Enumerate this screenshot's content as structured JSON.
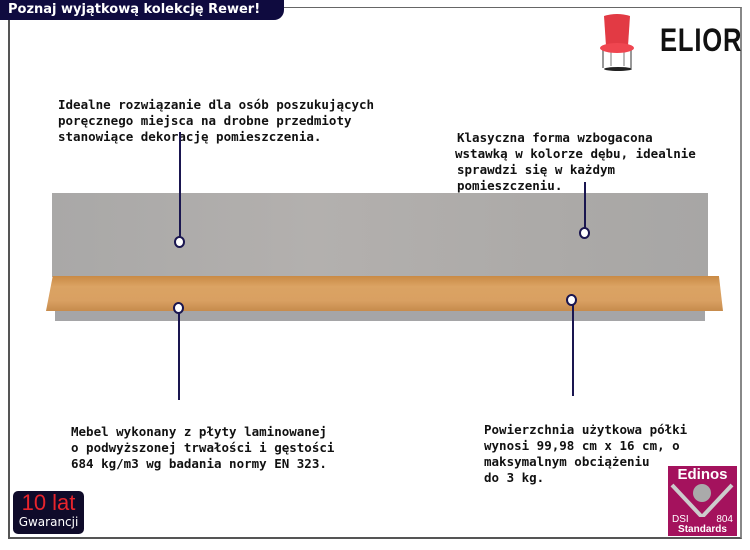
{
  "header": {
    "title": "Poznaj wyjątkową kolekcję Rewer!"
  },
  "brand": {
    "name": "ELIOR",
    "icon": "chair-icon"
  },
  "notes": {
    "top_left": [
      "Idealne rozwiązanie dla osób poszukujących",
      "poręcznego miejsca na drobne przedmioty",
      "stanowiące dekorację pomieszczenia."
    ],
    "top_right": [
      "Klasyczna forma wzbogacona",
      "wstawką w kolorze dębu, idealnie",
      "sprawdzi się w każdym",
      "pomieszczeniu."
    ],
    "bottom_left": [
      "Mebel wykonany z płyty laminowanej",
      "o podwyższonej trwałości i gęstości",
      "684 kg/m3 wg badania normy EN 323."
    ],
    "bottom_right": [
      "Powierzchnia użytkowa półki",
      "wynosi 99,98 cm x 16 cm, o",
      "maksymalnym obciążeniu",
      "do 3 kg."
    ]
  },
  "warranty": {
    "years": "10 lat",
    "label": "Gwarancji"
  },
  "edinos": {
    "top": "Edinos",
    "left": "DSI",
    "right": "804",
    "bottom": "Standards"
  },
  "colors": {
    "accent": "#0f0b3f",
    "edinos": "#a4125d",
    "warranty_red": "#e8242c"
  }
}
